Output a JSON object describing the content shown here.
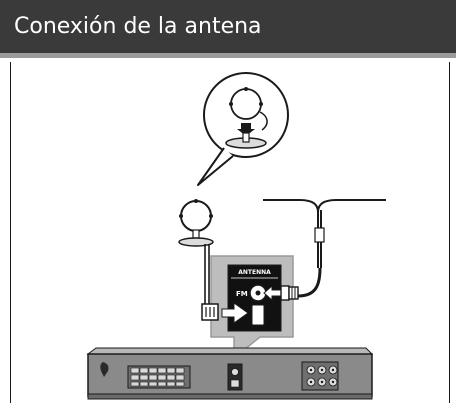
{
  "header": {
    "title": "Conexión de la antena"
  },
  "jack_panel": {
    "label": "ANTENNA",
    "fm_label": "FM"
  },
  "colors": {
    "header_bg": "#3a3a3a",
    "header_accent": "#9a9a9a",
    "callout_gray": "#bdbdbd",
    "device_body": "#8a8a8a"
  },
  "icons": [
    "fm-loop-antenna-icon",
    "coaxial-plug-icon",
    "push-arrow-icon",
    "fm-wire-antenna-icon"
  ]
}
